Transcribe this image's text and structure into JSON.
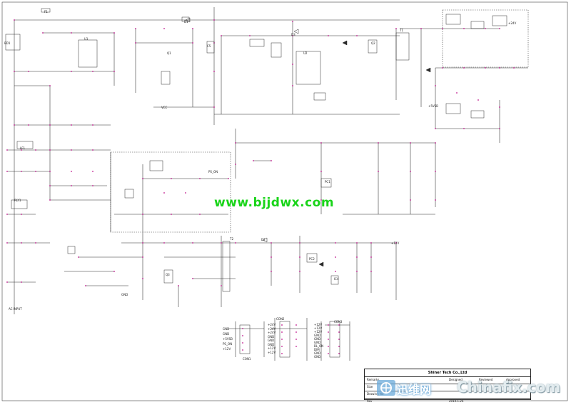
{
  "watermark": {
    "url": "www.bjjdwx.com",
    "site": "Chinafix.com",
    "logo_text": "迅维网",
    "logo_color": "#6aa9d9",
    "url_color": "#19d419"
  },
  "title_block": {
    "company": "Shiner Tech Co.,Ltd",
    "rows": [
      {
        "label": "Remarks",
        "value": "",
        "col3": "Designed",
        "col4": "Reviewed",
        "col5": "Approved"
      },
      {
        "label": "Size",
        "value": "",
        "col3": "",
        "col4": "",
        "col5": ""
      },
      {
        "label": "Drawing No.",
        "value": "",
        "col3": "",
        "col4": "",
        "col5": ""
      },
      {
        "label": "Rev",
        "value": "",
        "col3": "2010.1.26",
        "col4": "",
        "col5": ""
      }
    ]
  },
  "components": {
    "bridge": "BD1",
    "fuse": "F1",
    "pfc_ic": "U1",
    "pwm_ic": "U2",
    "main_xfmr": "T1",
    "standby_xfmr": "T2",
    "q_pfc": "Q1",
    "q_main": "Q2",
    "q_sb": "Q3",
    "opto1": "PC1",
    "opto2": "PC2",
    "tl431": "IC4",
    "relay": "RLY1",
    "lf1": "LF1",
    "d1": "D1",
    "d2": "D2",
    "d3": "D3",
    "c_bulk": "C5",
    "out_24v": "+24V",
    "out_12v": "+12V",
    "out_5v": "+5VSB",
    "gnd": "GND",
    "ps_on": "PS_ON",
    "vcc": "VCC",
    "con1": "CON1",
    "con2": "CON2",
    "con3": "CON3",
    "ac_in": "AC INPUT"
  },
  "connectors": {
    "con1_pins": [
      "GND",
      "GND",
      "+5VSB",
      "PS_ON",
      "+12V"
    ],
    "con2_pins": [
      "+24V",
      "+24V",
      "+24V",
      "GND",
      "GND",
      "GND",
      "+12V",
      "+12V"
    ],
    "con3_pins": [
      "+12V",
      "+12V",
      "+12V",
      "GND",
      "GND",
      "GND",
      "BL_ON",
      "DIM",
      "GND",
      "GND"
    ]
  },
  "colors": {
    "wire": "#2a2a2a",
    "pin": "#c0148c",
    "dashed": "#3c3c3c",
    "text": "#1a1a1a"
  }
}
